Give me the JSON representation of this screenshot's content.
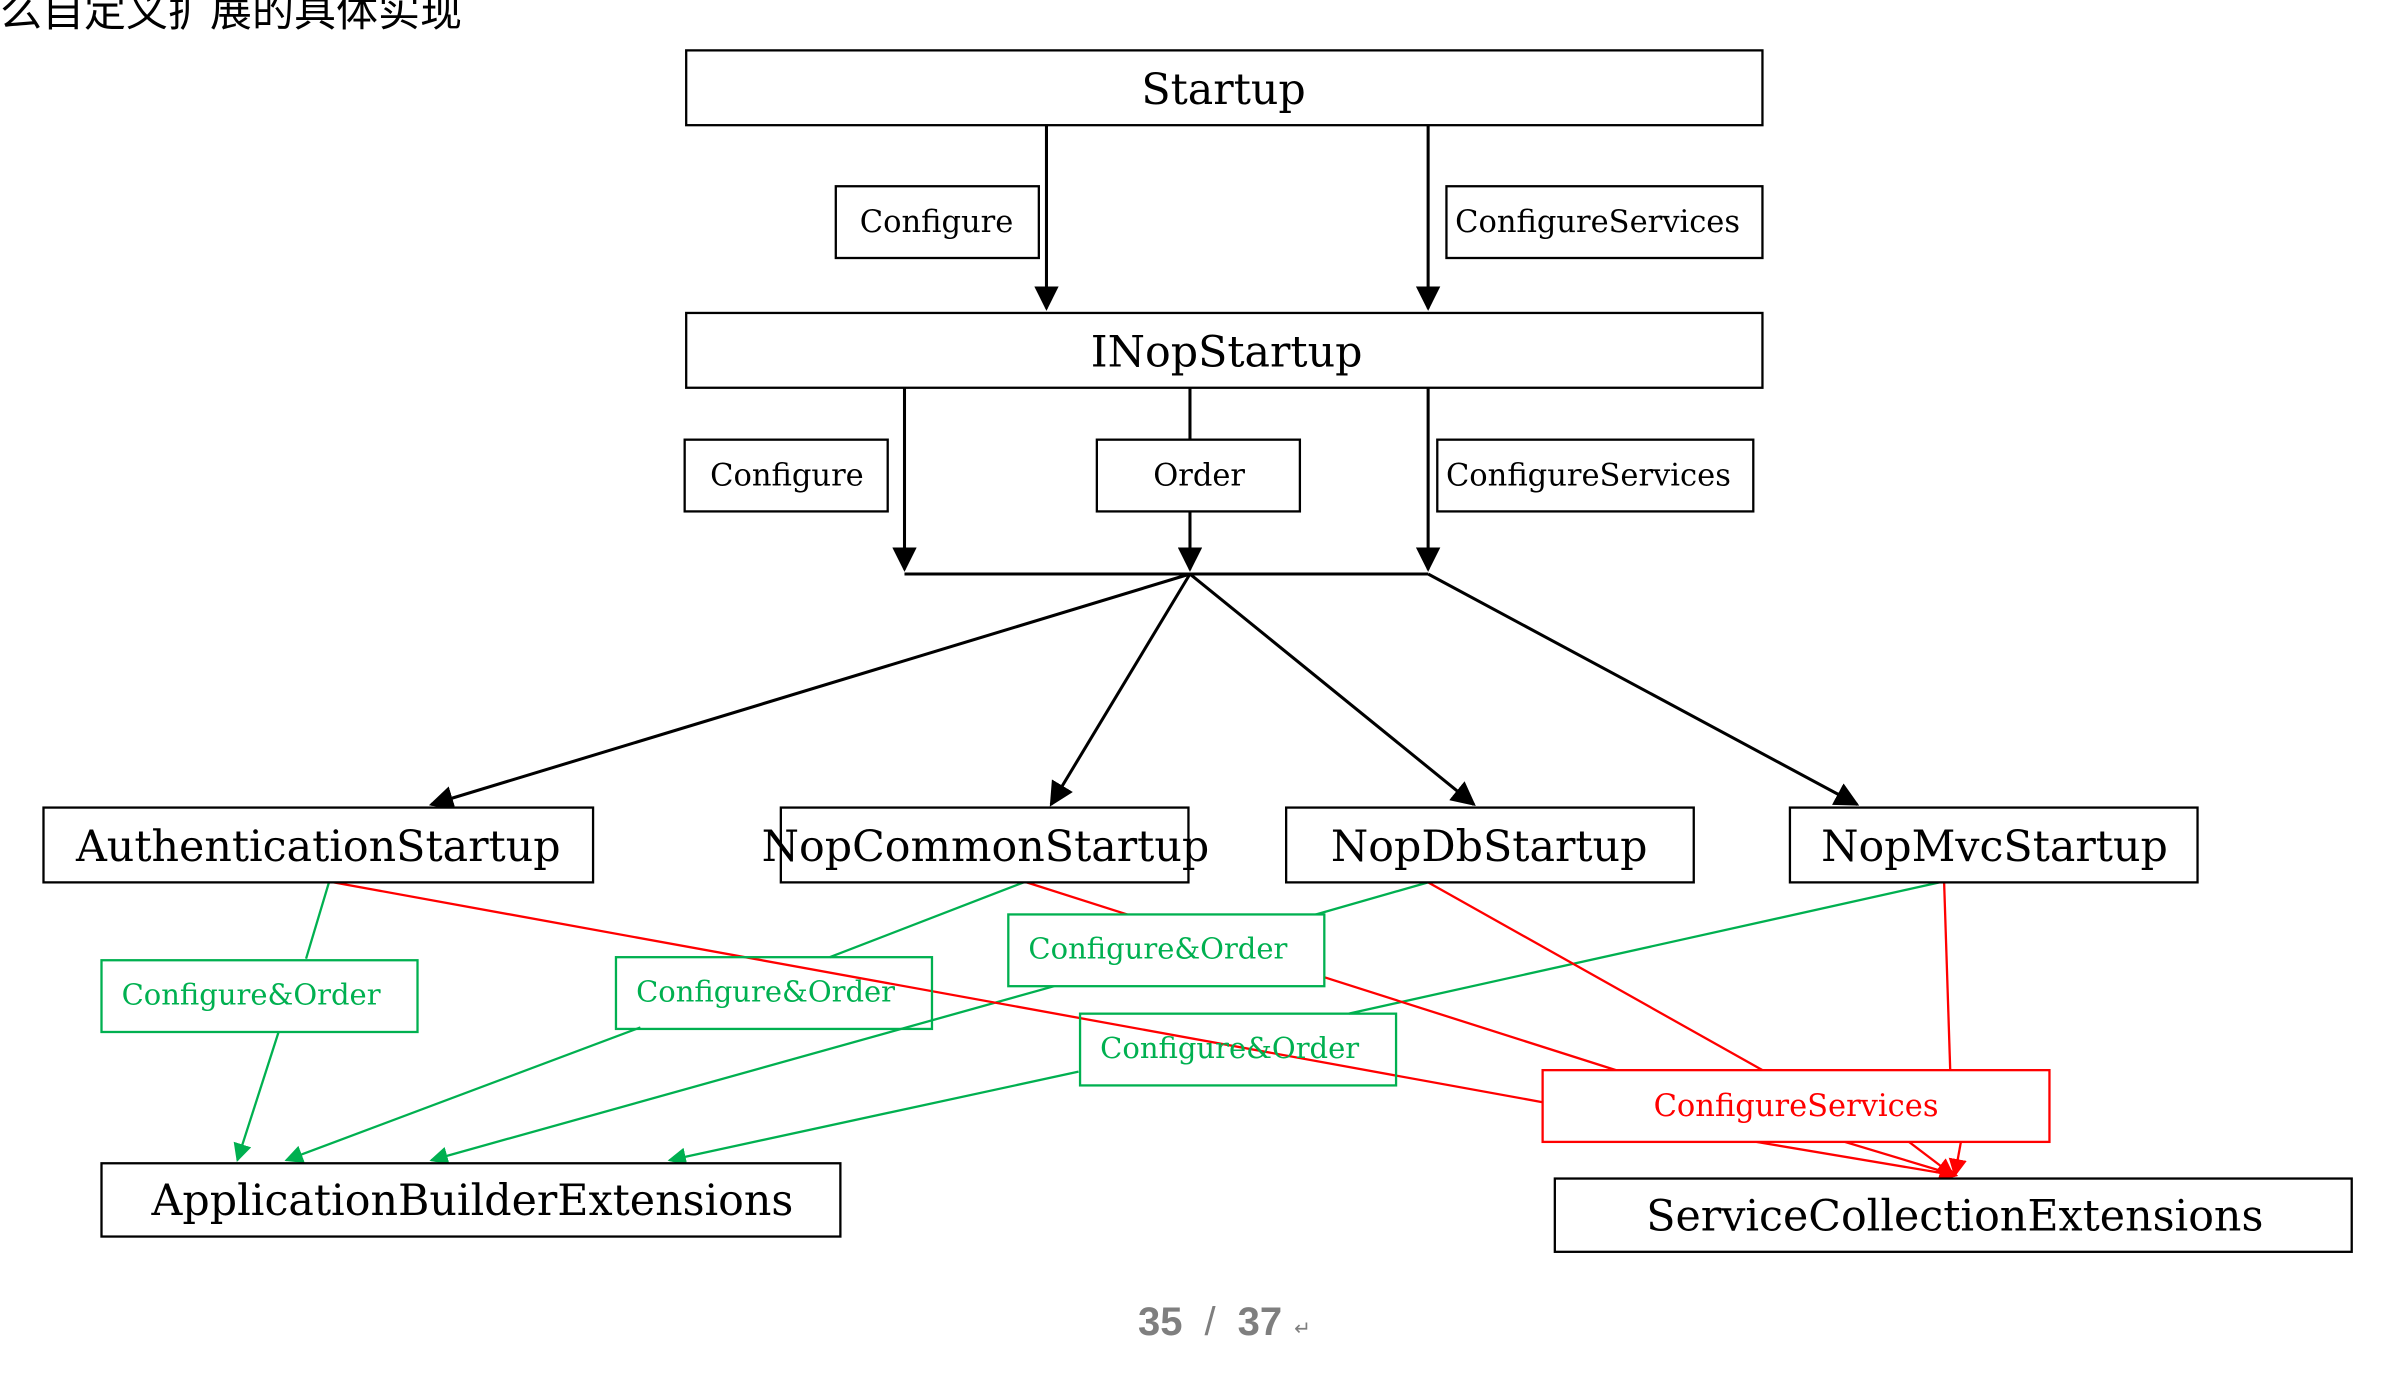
{
  "caption": "么自定义扩展的具体实现",
  "pager": {
    "current": "35",
    "separator": "/",
    "total": "37",
    "mark": "↵"
  },
  "colors": {
    "default": "#000000",
    "configure_order": "#00b050",
    "configure_services": "#ff0000"
  },
  "nodes": {
    "startup": "Startup",
    "inop": "INopStartup",
    "auth": "AuthenticationStartup",
    "common": "NopCommonStartup",
    "db": "NopDbStartup",
    "mvc": "NopMvcStartup",
    "app_builder": "ApplicationBuilderExtensions",
    "service_collection": "ServiceCollectionExtensions"
  },
  "edge_labels": {
    "startup_configure": "Configure",
    "startup_configure_services": "ConfigureServices",
    "inop_configure": "Configure",
    "inop_order": "Order",
    "inop_configure_services": "ConfigureServices",
    "auth_configure_order": "Configure&Order",
    "common_configure_order": "Configure&Order",
    "db_configure_order": "Configure&Order",
    "mvc_configure_order": "Configure&Order",
    "configure_services_red": "ConfigureServices"
  }
}
